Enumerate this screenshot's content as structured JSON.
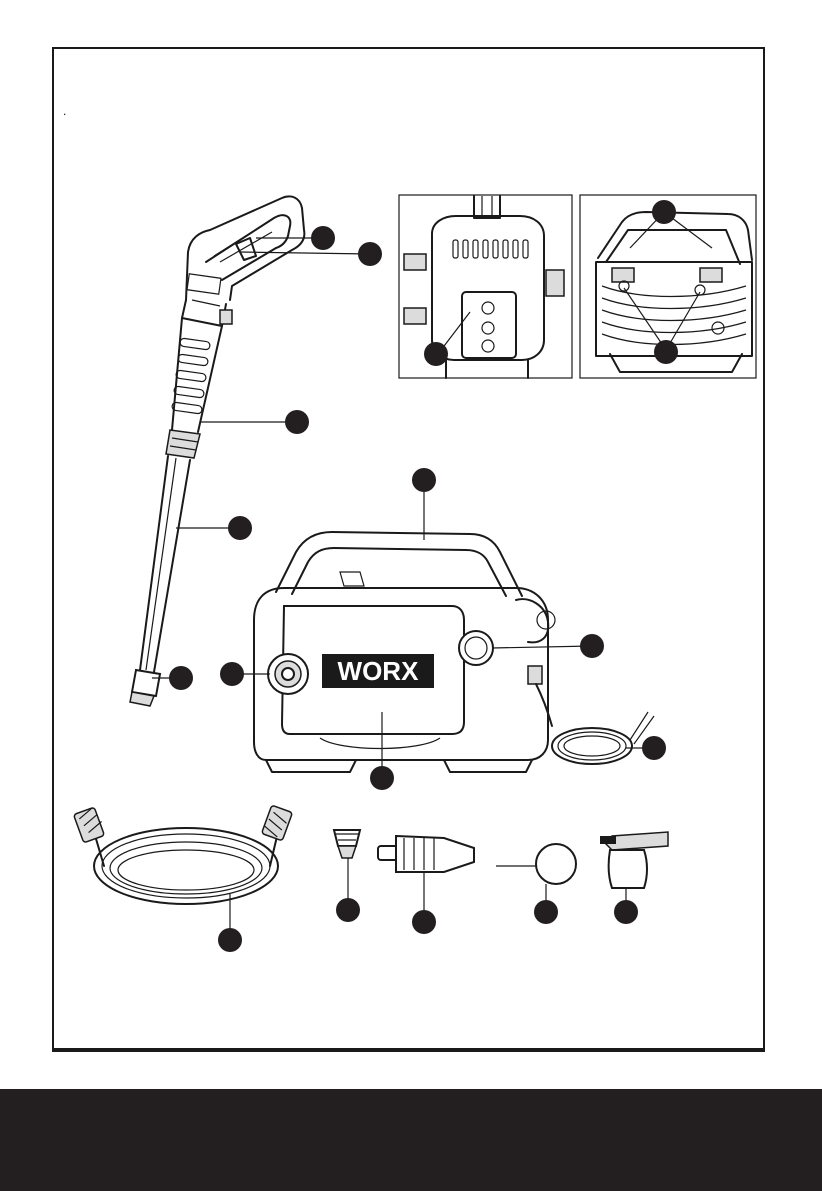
{
  "page": {
    "separator": ".",
    "brand_logo": "WORX"
  },
  "colors": {
    "line_art": "#1a1a1a",
    "callout_marker": "#231f20",
    "footer_band": "#231f20",
    "background": "#ffffff"
  },
  "callouts": {
    "count": 18,
    "style": "filled-circle-unnumbered"
  },
  "figures": [
    "spray-gun-with-lance",
    "rear-view-detail",
    "side-view-detail",
    "pressure-washer-main-unit",
    "inlet-hose",
    "turbo-nozzle",
    "adjustable-nozzle",
    "inlet-filter",
    "foam-bottle"
  ]
}
